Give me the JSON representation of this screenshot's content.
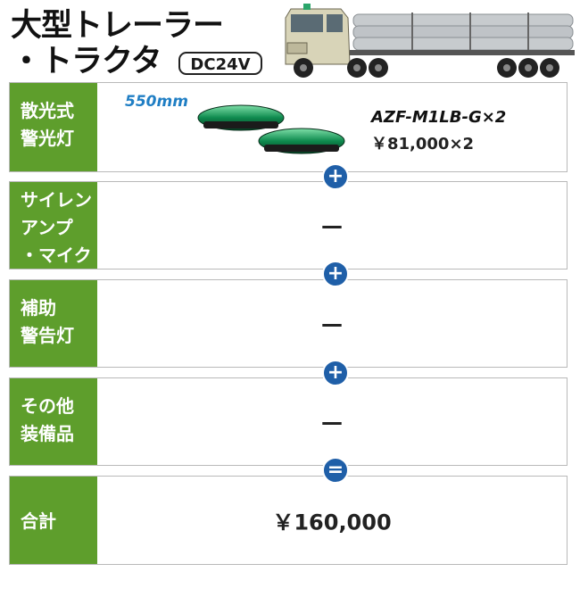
{
  "header": {
    "title_line1": "大型トレーラー",
    "title_line2": "・トラクタ",
    "voltage": "DC24V",
    "truck_image": "truck-illustration"
  },
  "rows": [
    {
      "label": "散光式警光灯",
      "label_lines": [
        "散光式",
        "警光灯"
      ],
      "size_note": "550mm",
      "model": "AZF-M1LB-G×2",
      "price": "￥81,000×2",
      "product_image": "green-lightbar"
    },
    {
      "label_lines": [
        "サイレン",
        "アンプ",
        "・マイク"
      ],
      "value": "—"
    },
    {
      "label_lines": [
        "補助",
        "警告灯"
      ],
      "value": "—"
    },
    {
      "label_lines": [
        "その他",
        "装備品"
      ],
      "value": "—"
    },
    {
      "label_lines": [
        "合計"
      ],
      "value": "￥160,000"
    }
  ],
  "operators": [
    "+",
    "+",
    "+",
    "="
  ],
  "colors": {
    "label_green": "#5e9e2c",
    "operator_blue": "#1f5fa8",
    "size_note_blue": "#1f7ec4"
  }
}
